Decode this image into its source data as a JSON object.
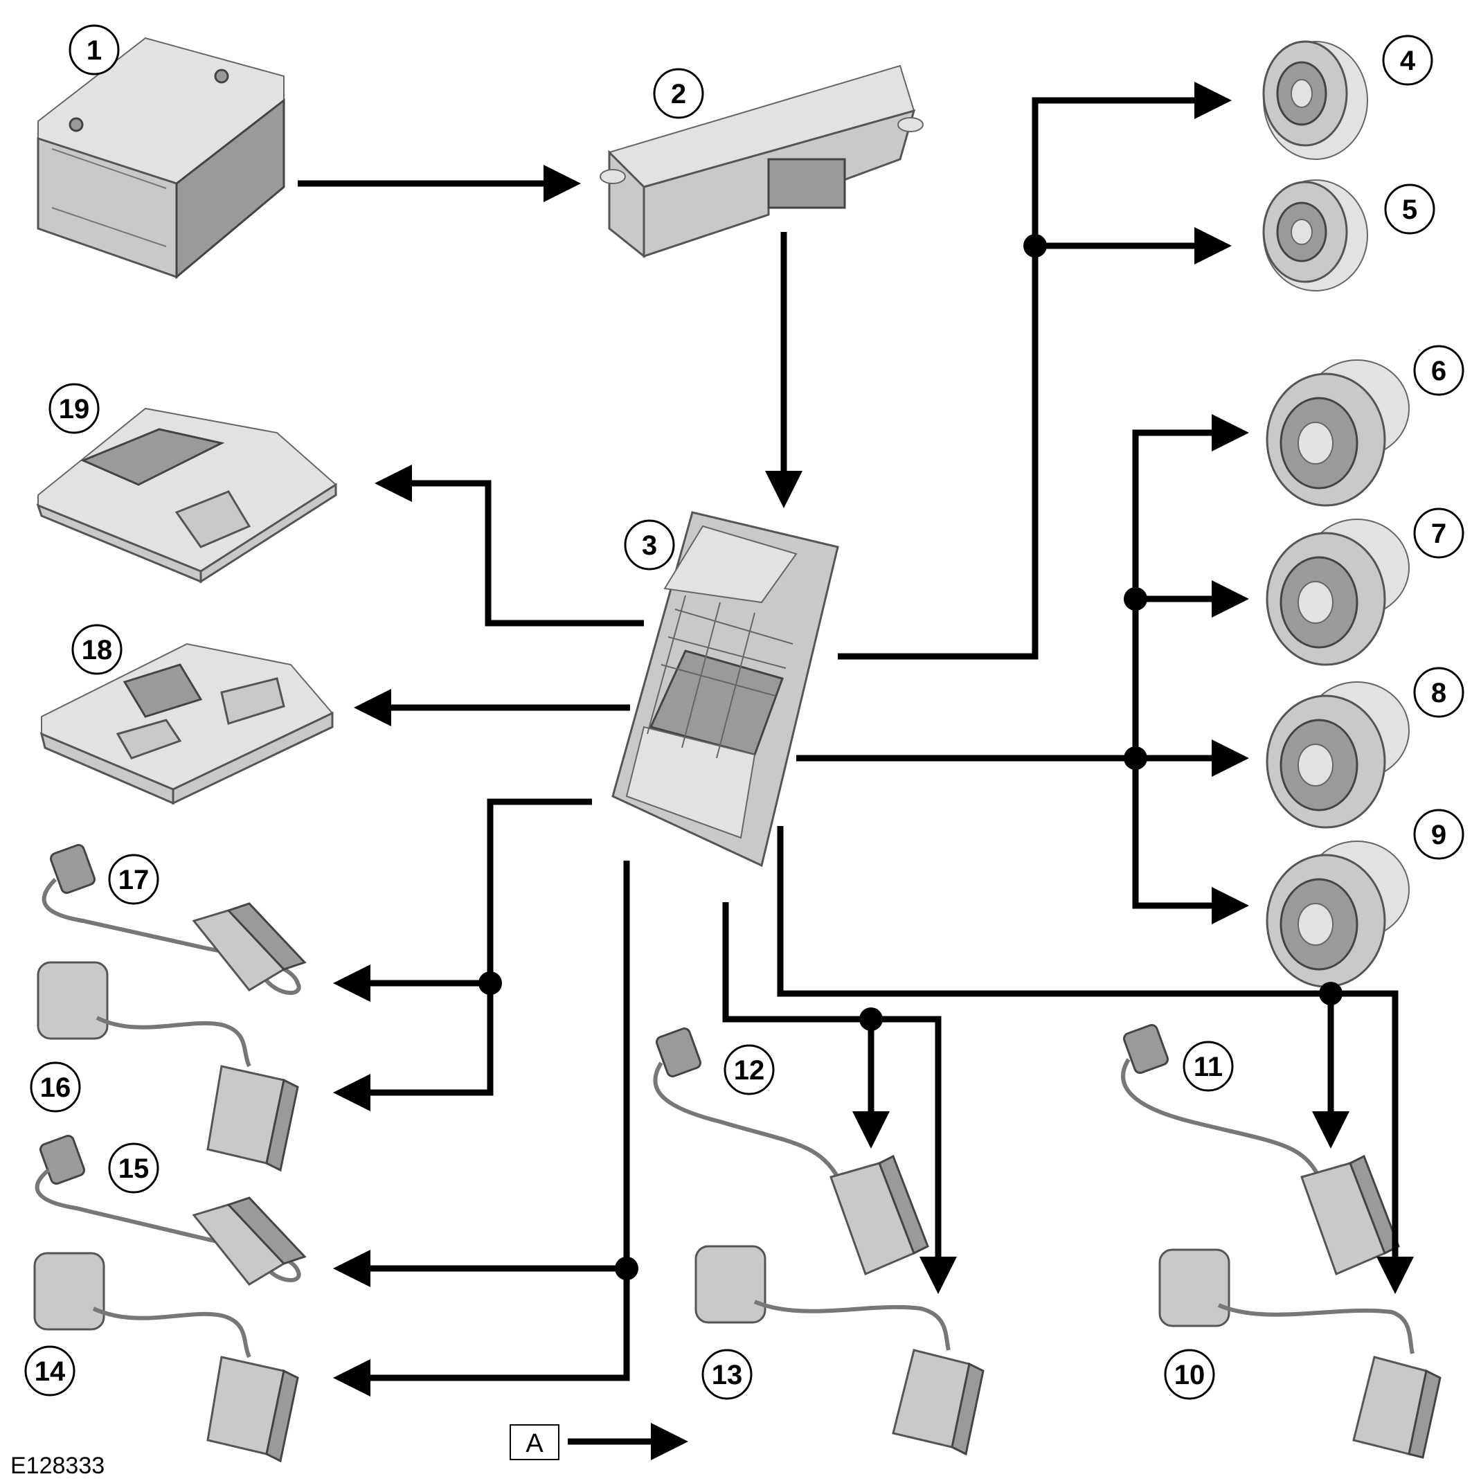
{
  "figure_id": "E128333",
  "view_marker": "A",
  "callouts": [
    "1",
    "2",
    "3",
    "4",
    "5",
    "6",
    "7",
    "8",
    "9",
    "10",
    "11",
    "12",
    "13",
    "14",
    "15",
    "16",
    "17",
    "18",
    "19"
  ],
  "components": [
    {
      "callout": "1",
      "kind": "battery-icon"
    },
    {
      "callout": "2",
      "kind": "control-module-icon"
    },
    {
      "callout": "3",
      "kind": "fuse-box-module-icon"
    },
    {
      "callout": "4",
      "kind": "speaker-icon"
    },
    {
      "callout": "5",
      "kind": "speaker-icon"
    },
    {
      "callout": "6",
      "kind": "sounder-icon"
    },
    {
      "callout": "7",
      "kind": "sounder-icon"
    },
    {
      "callout": "8",
      "kind": "sounder-icon"
    },
    {
      "callout": "9",
      "kind": "sounder-icon"
    },
    {
      "callout": "10",
      "kind": "door-sensor-icon"
    },
    {
      "callout": "11",
      "kind": "latch-switch-icon"
    },
    {
      "callout": "12",
      "kind": "latch-switch-icon"
    },
    {
      "callout": "13",
      "kind": "door-sensor-icon"
    },
    {
      "callout": "14",
      "kind": "door-sensor-icon"
    },
    {
      "callout": "15",
      "kind": "latch-switch-icon"
    },
    {
      "callout": "16",
      "kind": "door-sensor-icon"
    },
    {
      "callout": "17",
      "kind": "latch-switch-icon"
    },
    {
      "callout": "18",
      "kind": "overhead-console-icon"
    },
    {
      "callout": "19",
      "kind": "overhead-console-icon"
    }
  ]
}
